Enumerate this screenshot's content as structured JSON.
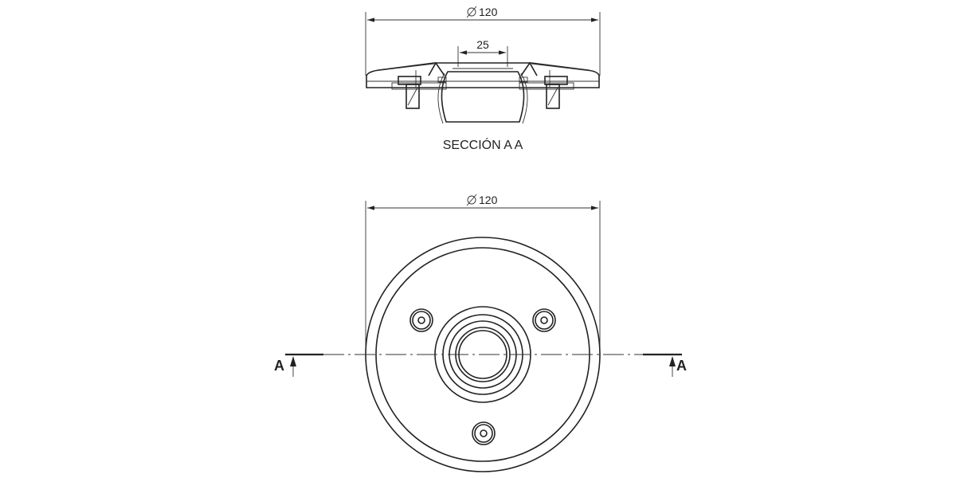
{
  "section_view": {
    "diameter_label": "120",
    "inner_width_label": "25",
    "caption": "SECCIÓN A A"
  },
  "plan_view": {
    "diameter_label": "120",
    "section_marker_left": "A",
    "section_marker_right": "A"
  },
  "colors": {
    "line": "#222222",
    "background": "#ffffff"
  }
}
